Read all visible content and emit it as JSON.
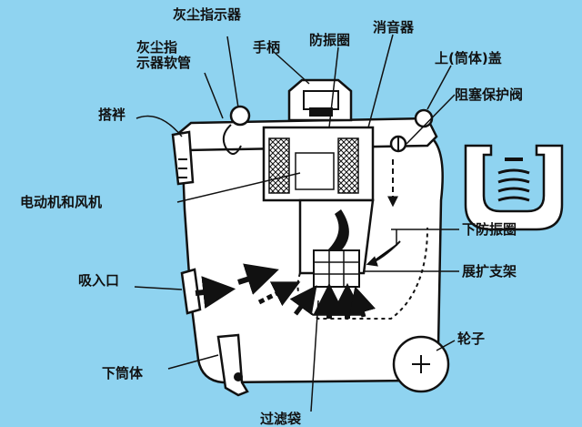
{
  "colors": {
    "background": "#8fd3f0",
    "line": "#111111",
    "fill": "#ffffff"
  },
  "labels": {
    "dust_indicator": "灰尘指示器",
    "dust_indicator_hose": "灰尘指\n示器软管",
    "handle": "手柄",
    "anti_vibration_ring": "防振圈",
    "silencer": "消音器",
    "upper_cover": "上(筒体)盖",
    "block_protection_valve": "阻塞保护阀",
    "latch": "搭袢",
    "motor_and_fan": "电动机和风机",
    "lower_anti_vibration_ring": "下防振圈",
    "suction_inlet": "吸入口",
    "expansion_bracket": "展扩支架",
    "wheel": "轮子",
    "lower_cylinder": "下筒体",
    "filter_bag": "过滤袋"
  }
}
